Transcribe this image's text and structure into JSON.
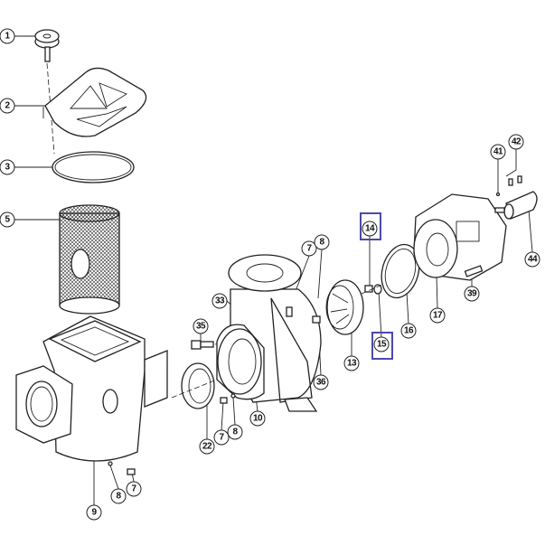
{
  "diagram": {
    "highlight_color": "#4a4aa8",
    "callouts": [
      {
        "id": "c1",
        "label": "1",
        "part": "knob"
      },
      {
        "id": "c2",
        "label": "2",
        "part": "strainer-cover"
      },
      {
        "id": "c3",
        "label": "3",
        "part": "o-ring"
      },
      {
        "id": "c5",
        "label": "5",
        "part": "strainer-basket"
      },
      {
        "id": "c9",
        "label": "9",
        "part": "strainer-housing"
      },
      {
        "id": "c8a",
        "label": "8",
        "part": "washer"
      },
      {
        "id": "c7a",
        "label": "7",
        "part": "drain-plug"
      },
      {
        "id": "c35",
        "label": "35",
        "part": "bolt"
      },
      {
        "id": "c33",
        "label": "33",
        "part": "nut"
      },
      {
        "id": "c22",
        "label": "22",
        "part": "gasket"
      },
      {
        "id": "c7b",
        "label": "7",
        "part": "drain-plug"
      },
      {
        "id": "c8b",
        "label": "8",
        "part": "washer"
      },
      {
        "id": "c10",
        "label": "10",
        "part": "pump-casing"
      },
      {
        "id": "c7c",
        "label": "7",
        "part": "plug"
      },
      {
        "id": "c8c",
        "label": "8",
        "part": "washer"
      },
      {
        "id": "c36",
        "label": "36",
        "part": "wear-ring"
      },
      {
        "id": "c13",
        "label": "13",
        "part": "impeller"
      },
      {
        "id": "c14",
        "label": "14",
        "part": "impeller-nut",
        "highlighted": true
      },
      {
        "id": "c15",
        "label": "15",
        "part": "washer",
        "highlighted": true
      },
      {
        "id": "c16",
        "label": "16",
        "part": "gasket"
      },
      {
        "id": "c17",
        "label": "17",
        "part": "bracket"
      },
      {
        "id": "c39",
        "label": "39",
        "part": "bolt"
      },
      {
        "id": "c41",
        "label": "41",
        "part": "key"
      },
      {
        "id": "c42",
        "label": "42",
        "part": "set-screws"
      },
      {
        "id": "c44",
        "label": "44",
        "part": "shaft-coupling"
      }
    ]
  }
}
